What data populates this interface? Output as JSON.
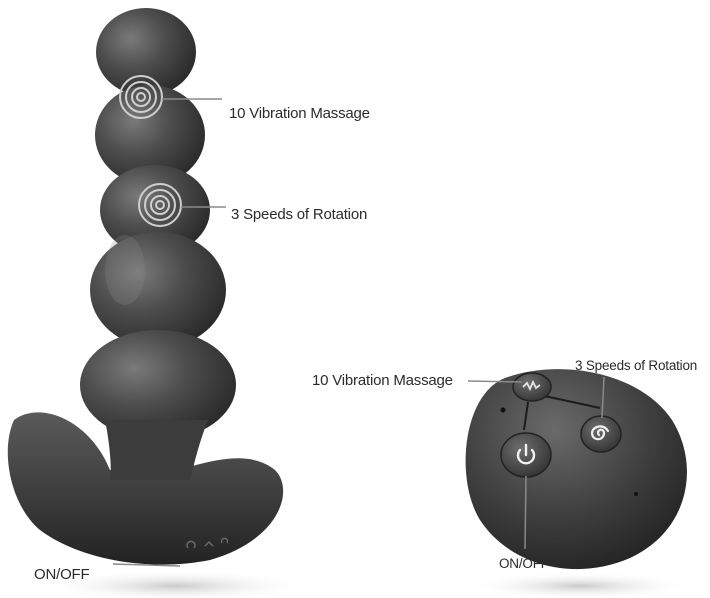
{
  "product": {
    "main_callouts": {
      "vibration": "10 Vibration Massage",
      "rotation": "3 Speeds of Rotation",
      "power": "ON/OFF"
    },
    "remote_callouts": {
      "vibration": "10 Vibration Massage",
      "rotation": "3 Speeds of Rotation",
      "power": "ON/OFF"
    }
  },
  "colors": {
    "body": "#4a4a4a",
    "body_dark": "#2c2c2c",
    "body_light": "#6c6c6c",
    "ring": "#c9c9c9",
    "callout_line": "#8a8a8a",
    "text": "#2b2b2b"
  },
  "icons": {
    "vibration_button": "wave-icon",
    "rotation_button": "spiral-icon",
    "power_button": "power-icon"
  }
}
